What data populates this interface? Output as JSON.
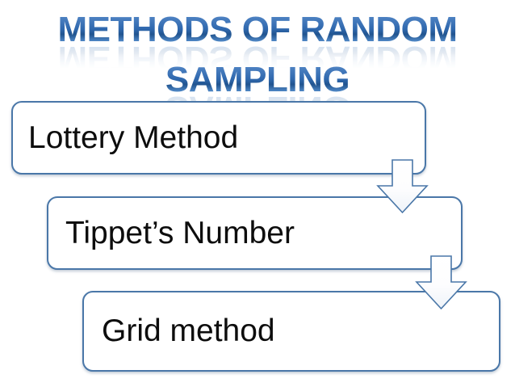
{
  "slide": {
    "background_color": "#ffffff",
    "title": {
      "line1": "METHODS OF RANDOM",
      "line2": "SAMPLING",
      "color": "#2f68ae",
      "style": "bold-gradient-with-reflection"
    },
    "accent_color": "#4a77a8",
    "text_color": "#0d0d0d"
  },
  "flow": {
    "steps": [
      {
        "label": "Lottery Method"
      },
      {
        "label": "Tippet’s Number"
      },
      {
        "label": "Grid method"
      }
    ],
    "connectors": [
      {
        "name": "down-arrow-1",
        "direction": "down"
      },
      {
        "name": "down-arrow-2",
        "direction": "down"
      }
    ]
  }
}
